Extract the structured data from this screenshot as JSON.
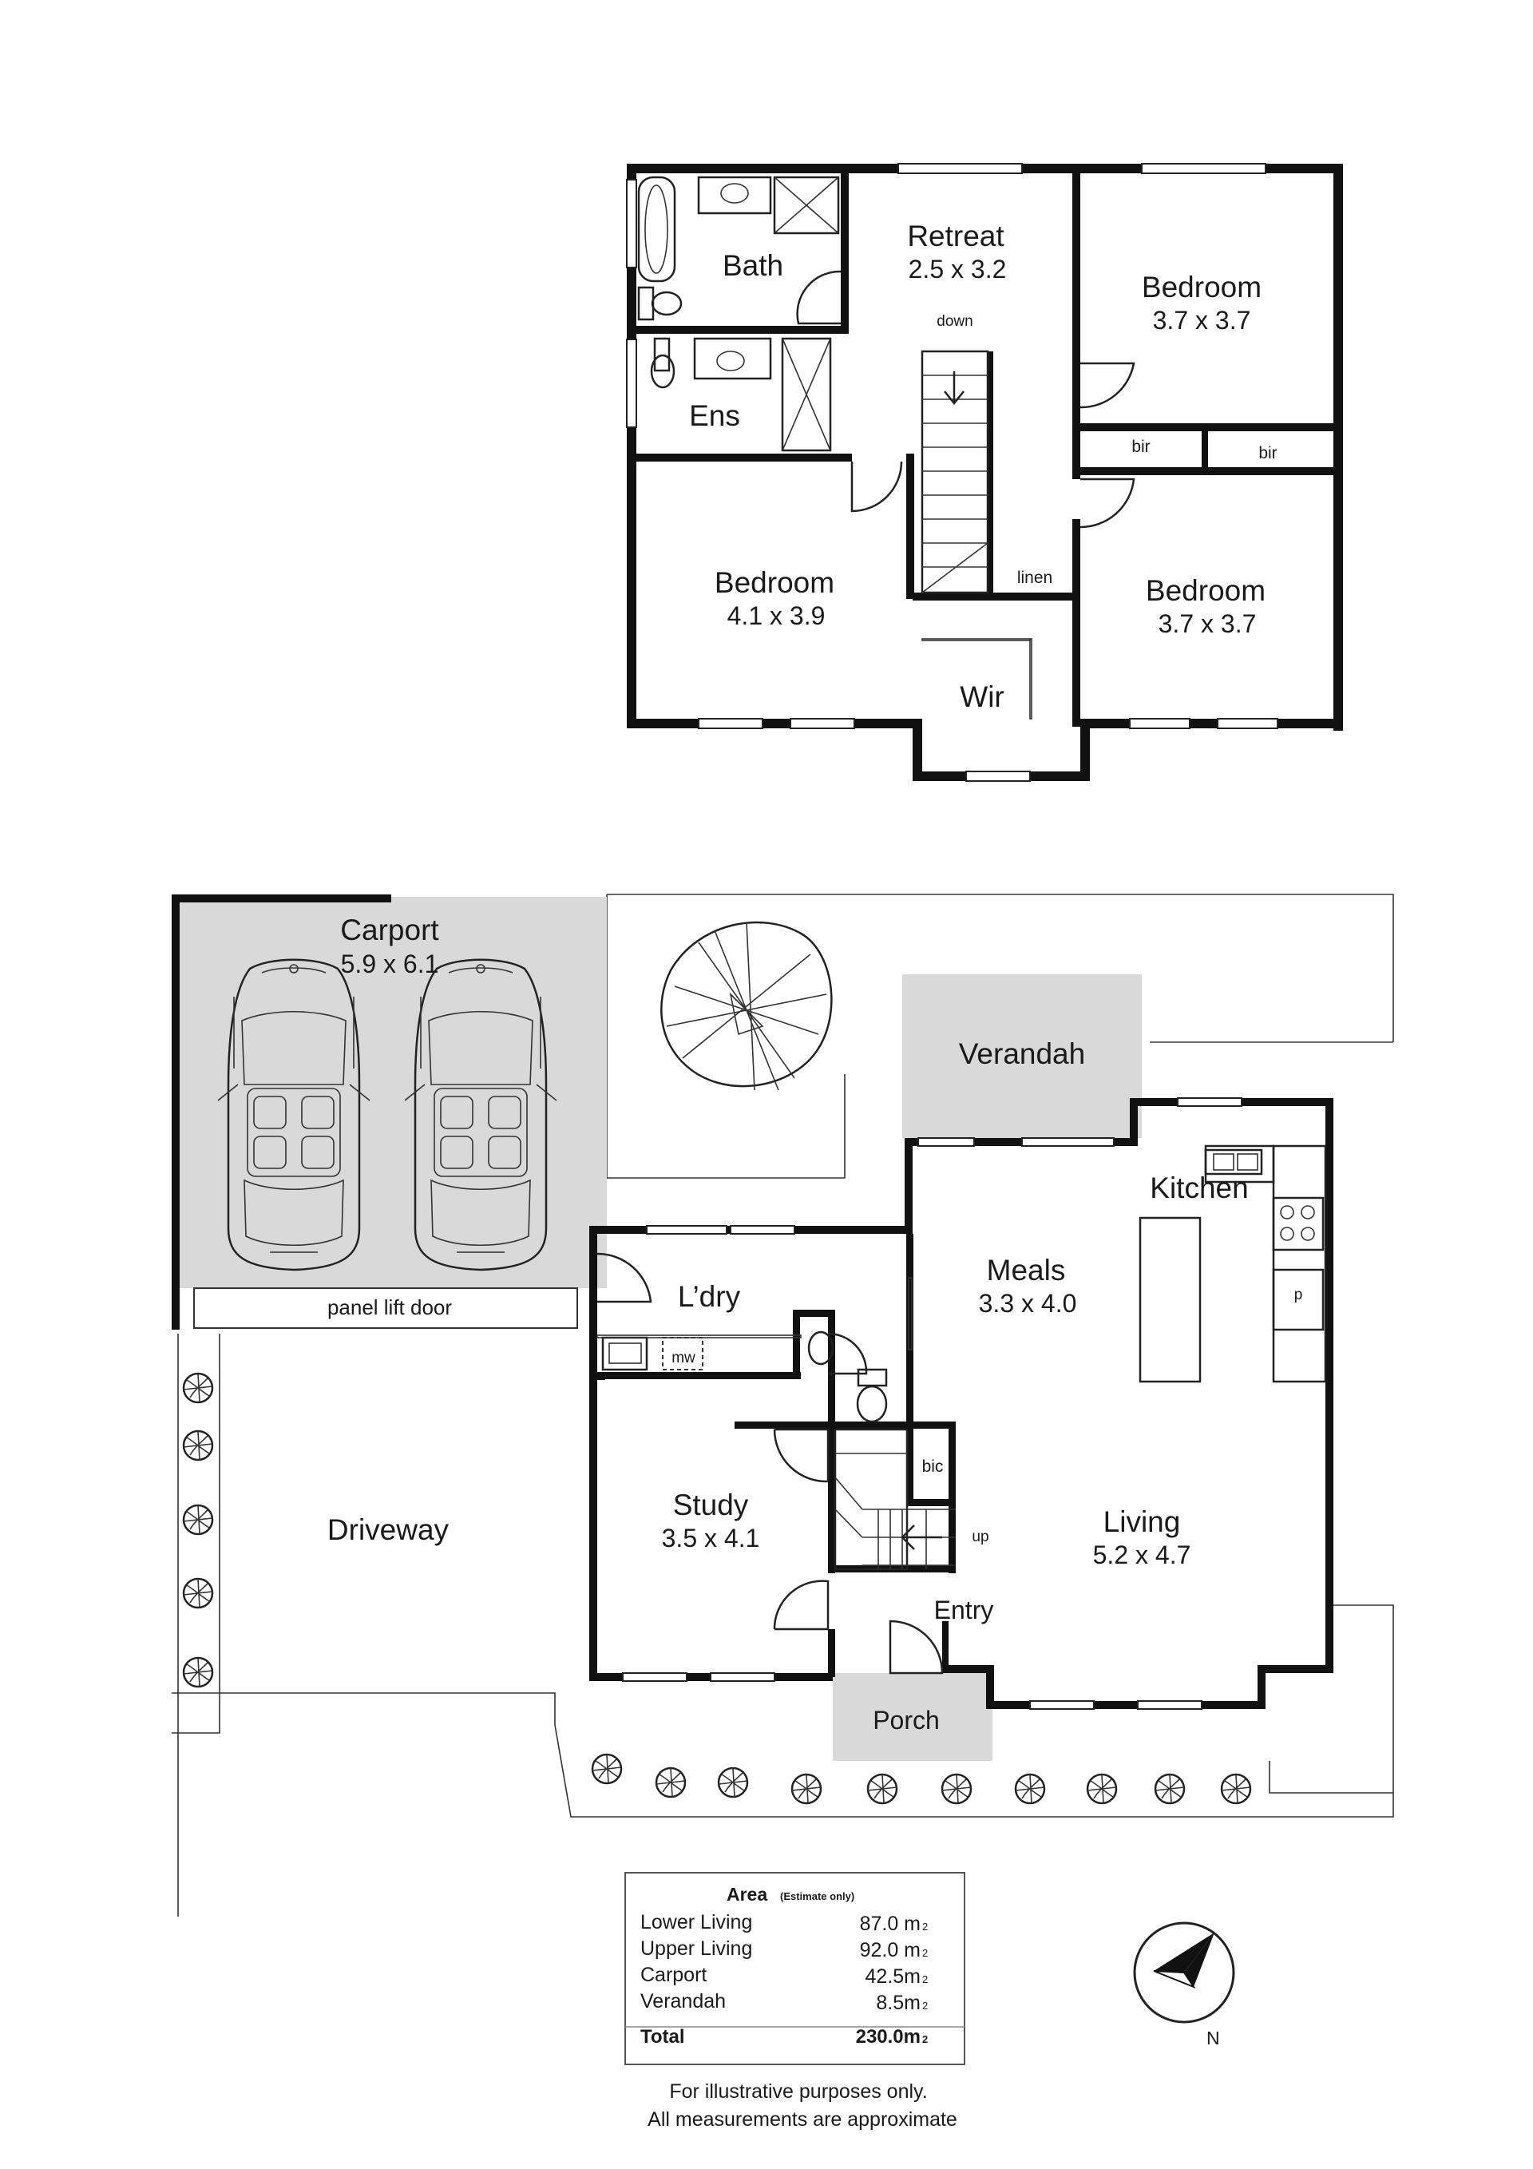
{
  "upper_floor": {
    "bath": "Bath",
    "retreat": "Retreat",
    "retreat_dim": "2.5 x 3.2",
    "bedroom_ne": "Bedroom",
    "bedroom_ne_dim": "3.7 x 3.7",
    "stair_label": "down",
    "ens": "Ens",
    "bir_left": "bir",
    "bir_right": "bir",
    "bedroom_main": "Bedroom",
    "bedroom_main_dim": "4.1 x 3.9",
    "linen": "linen",
    "bedroom_se": "Bedroom",
    "bedroom_se_dim": "3.7 x 3.7",
    "wir": "Wir"
  },
  "lower_floor": {
    "carport": "Carport",
    "carport_dim": "5.9 x 6.1",
    "panel_lift_door": "panel lift door",
    "verandah": "Verandah",
    "kitchen": "Kitchen",
    "meals": "Meals",
    "meals_dim": "3.3 x 4.0",
    "laundry": "L’dry",
    "mw": "mw",
    "pantry": "p",
    "bic": "bic",
    "stair_label": "up",
    "study": "Study",
    "study_dim": "3.5 x 4.1",
    "living": "Living",
    "living_dim": "5.2 x 4.7",
    "entry": "Entry",
    "porch": "Porch",
    "driveway": "Driveway"
  },
  "area_table": {
    "title": "Area",
    "subtitle": "(Estimate only)",
    "rows": [
      {
        "label": "Lower Living",
        "value": "87.0 m",
        "unit_sup": "2"
      },
      {
        "label": "Upper Living",
        "value": "92.0 m",
        "unit_sup": "2"
      },
      {
        "label": "Carport",
        "value": "42.5m",
        "unit_sup": "2"
      },
      {
        "label": "Verandah",
        "value": "8.5m",
        "unit_sup": "2"
      }
    ],
    "total_label": "Total",
    "total_value": "230.0m",
    "total_sup": "2"
  },
  "compass": {
    "label": "N"
  },
  "disclaimer": {
    "line1": "For illustrative purposes only.",
    "line2": "All measurements are approximate"
  },
  "colors": {
    "wall": "#111111",
    "shaded_area": "#d9d9d9",
    "background": "#ffffff"
  }
}
